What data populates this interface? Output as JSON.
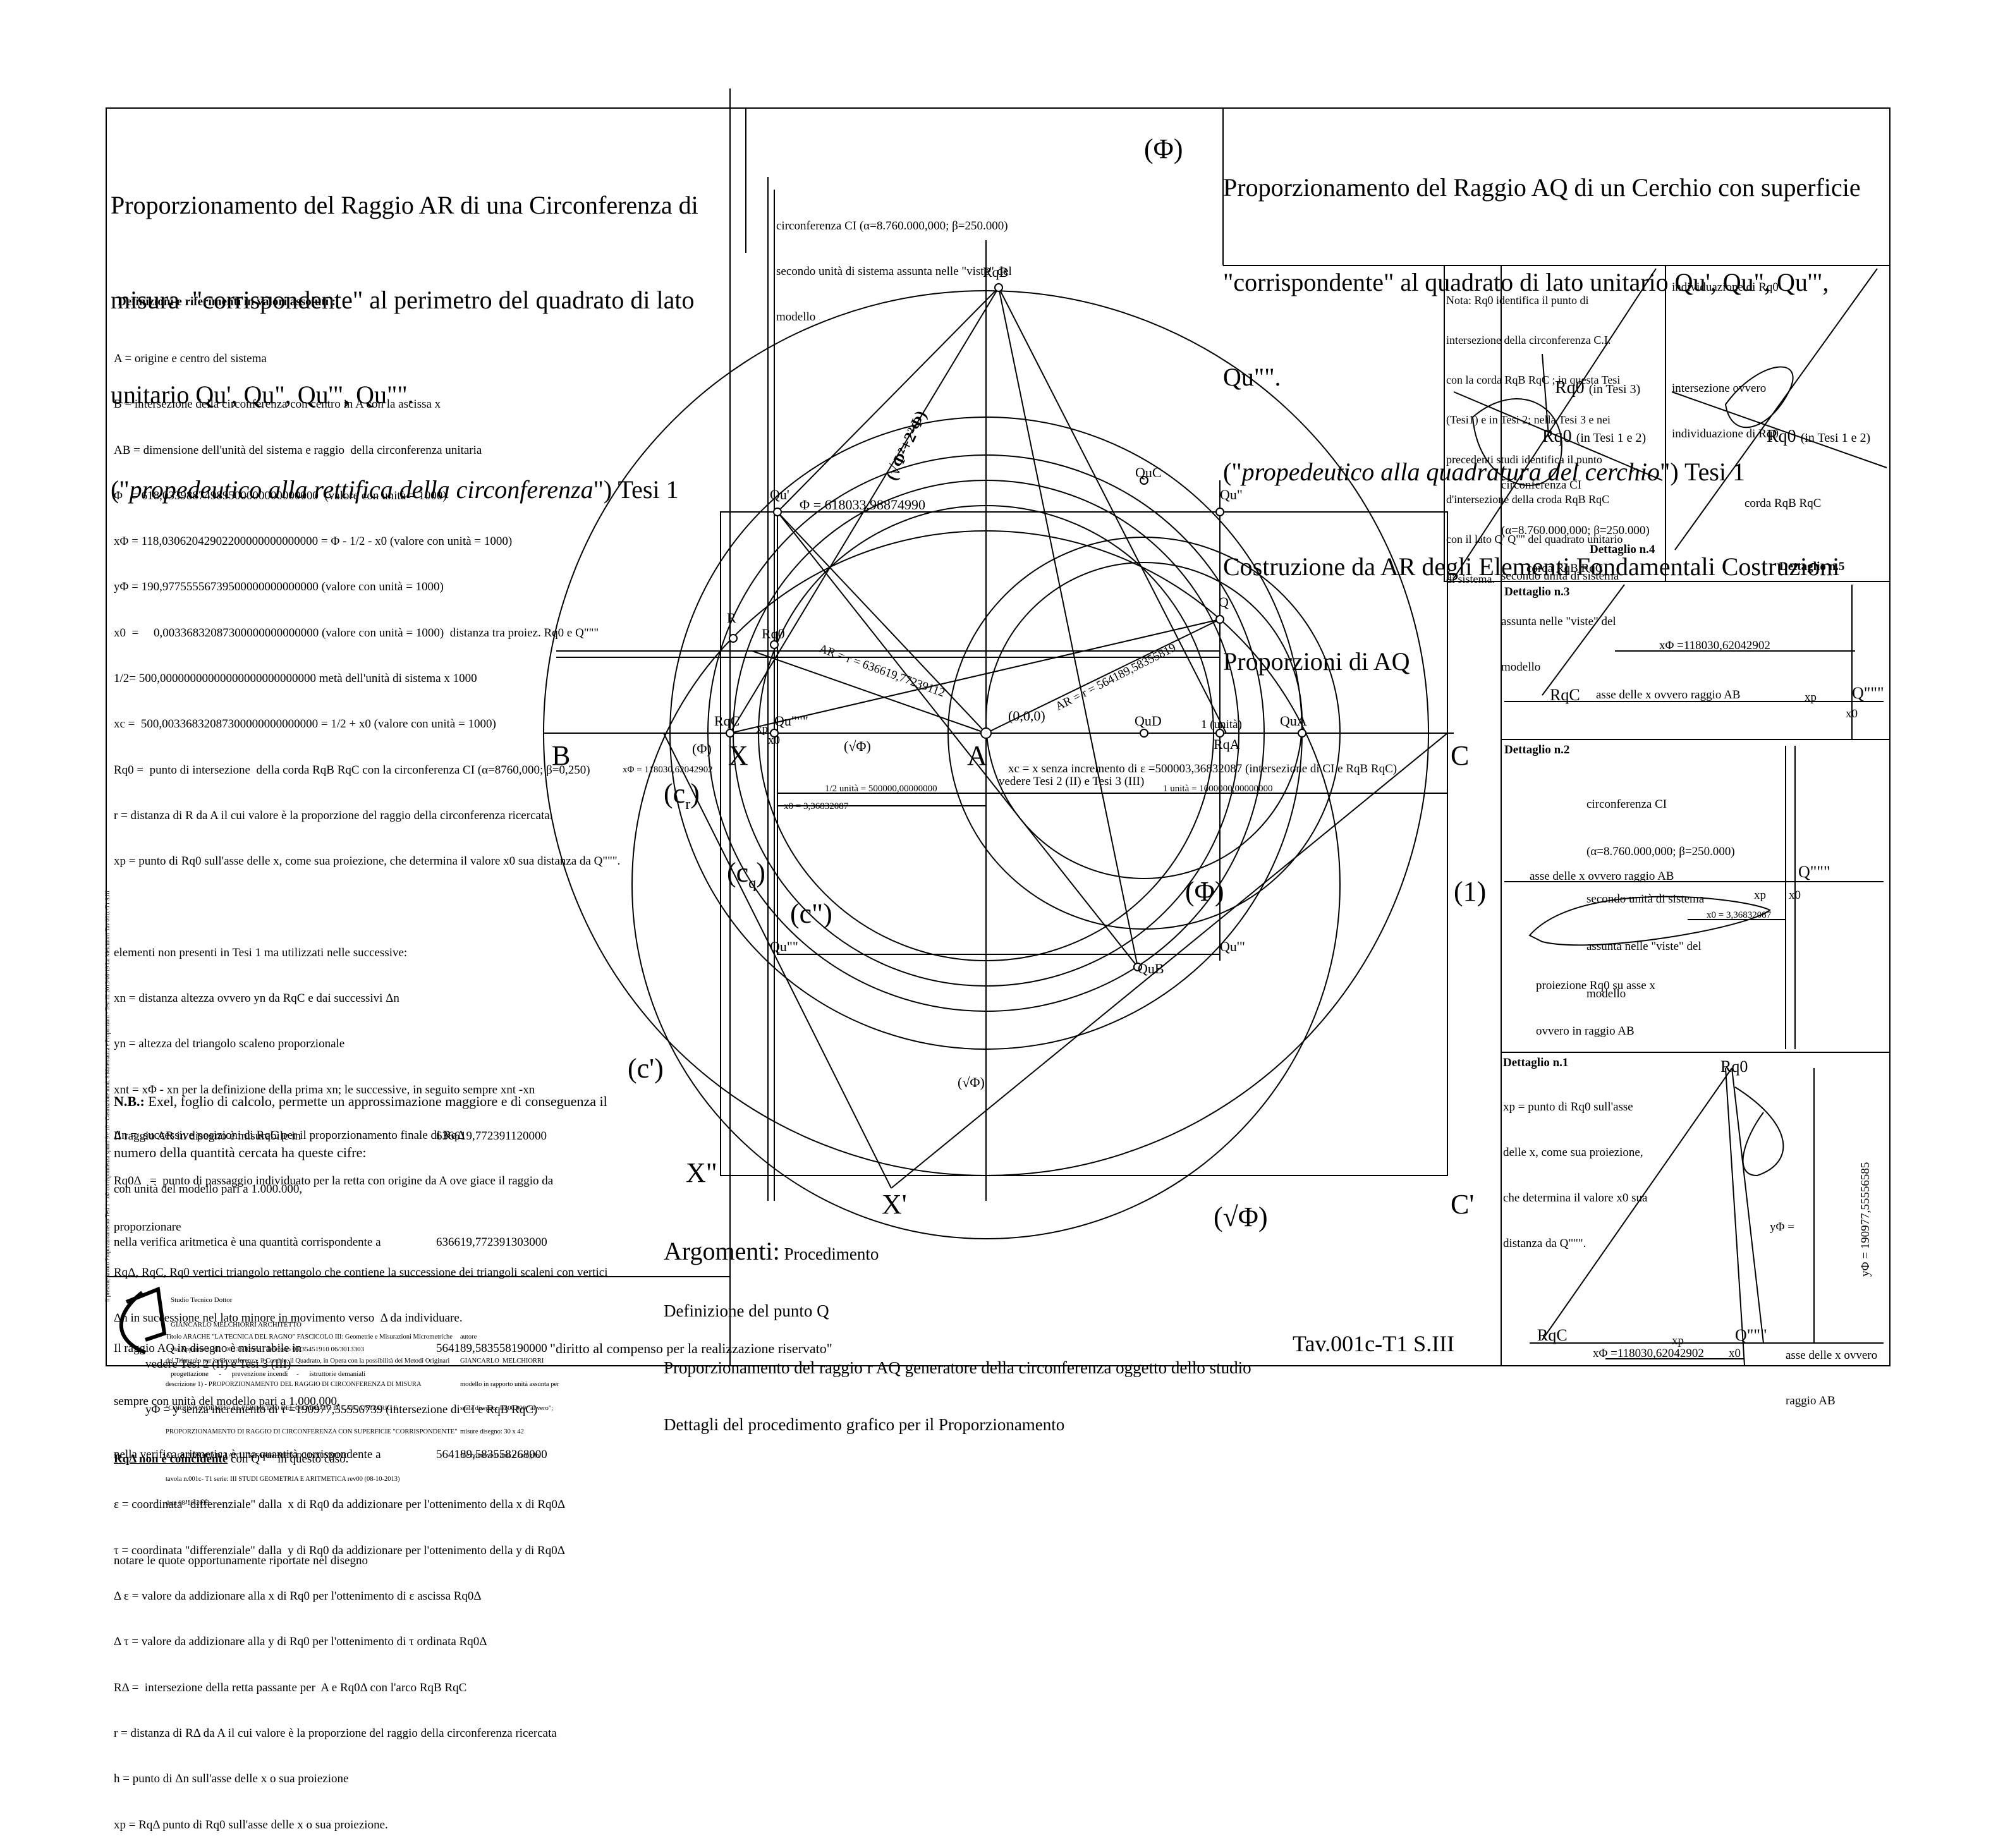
{
  "title_left": {
    "lines": [
      "Proporzionamento del Raggio AR di una Circonferenza di",
      "misura  \"corrispondente\" al perimetro del quadrato di lato",
      "unitario Qu', Qu\", Qu'\", Qu\"\"."
    ],
    "italic_prefix": "(\"",
    "italic": "propedeutico alla rettifica della circonferenza",
    "italic_suffix": "\") Tesi 1"
  },
  "title_right": {
    "lines": [
      "Proporzionamento del Raggio AQ di un Cerchio con superficie",
      "\"corrispondente\" al quadrato di lato unitario Qu', Qu\", Qu'\",",
      "Qu\"\"."
    ],
    "italic_prefix": "(\"",
    "italic": "propedeutico alla quadratura del cerchio",
    "italic_suffix": "\") Tesi 1",
    "lines_after": [
      "Costruzione da AR degli Elementi Fondamentali Costruzioni",
      "Proporzioni di AQ"
    ]
  },
  "ci_note": [
    "circonferenza CI (α=8.760.000,000; β=250.000)",
    "secondo unità di sistema assunta nelle \"viste\" del",
    "modello"
  ],
  "definitions": {
    "heading": "Definizioni e riferimenti in valori assoluti :",
    "lines": [
      "A = origine e centro del sistema",
      "B = intersezione della circonferenza con centro in A con la ascissa x",
      "AB = dimensione dell'unità del sistema e raggio  della circonferenza unitaria",
      "Φ   = 618,03398874989500000000000000  (valore con unità = 1000)",
      "xΦ = 118,03062042902200000000000000 = Φ - 1/2 - x0 (valore con unità = 1000)",
      "yΦ = 190,97755556739500000000000000 (valore con unità = 1000)",
      "x0  =     0,00336832087300000000000000 (valore con unità = 1000)  distanza tra proiez. Rq0 e Q\"\"\"",
      "1/2= 500,00000000000000000000000000 metà dell'unità di sistema x 1000",
      "xc =  500,00336832087300000000000000 = 1/2 + x0 (valore con unità = 1000)",
      "Rq0 =  punto di intersezione  della corda RqB RqC con la circonferenza CI (α=8760,000; β=0,250)",
      "r = distanza di R da A il cui valore è la proporzione del raggio della circonferenza ricercata.",
      "xp = punto di Rq0 sull'asse delle x, come sua proiezione, che determina il valore x0 sua distanza da Q\"\"\".",
      "",
      "elementi non presenti in Tesi 1 ma utilizzati nelle successive:",
      "xn = distanza altezza ovvero yn da RqC e dai successivi Δn",
      "yn = altezza del triangolo scaleno proporzionale",
      "xnt = xΦ - xn per la definizione della prima xn; le successive, in seguito sempre xnt -xn",
      "Δn =  successive posizioni di RqC per il proporzionamento finale di RqΔ",
      "Rq0Δ   =  punto di passaggio individuato per la retta con origine da A ove giace il raggio da",
      "proporzionare",
      "RqΔ, RqC, Rq0 vertici triangolo rettangolo che contiene la successione dei triangoli scaleni con vertici",
      "Δn in successione nel lato minore in movimento verso  Δ da individuare."
    ],
    "vedere1": "vedere Tesi 2 (II) e Tesi 3 (III)",
    "yphi_line": "yΦ = y senza incremento di τ =190977,55556739 (intersezione di CI e RqB RqC)",
    "non_coinc_bold": "RqΔ non è coincidente",
    "non_coinc_rest": " con Q\"\"\" in questo caso.",
    "lines2": [
      "ε = coordinata \"differenziale\" dalla  x di Rq0 da addizionare per l'ottenimento della x di Rq0Δ",
      "τ = coordinata \"differenziale\" dalla  y di Rq0 da addizionare per l'ottenimento della y di Rq0Δ",
      "Δ ε = valore da addizionare alla x di Rq0 per l'ottenimento di ε ascissa Rq0Δ",
      "Δ τ = valore da addizionare alla y di Rq0 per l'ottenimento di τ ordinata Rq0Δ",
      "RΔ =  intersezione della retta passante per  A e Rq0Δ con l'arco RqB RqC",
      "r = distanza di RΔ da A il cui valore è la proporzione del raggio della circonferenza ricercata",
      "h = punto di Δn sull'asse delle x o sua proiezione",
      "xp = RqΔ punto di Rq0 sull'asse delle x o sua proiezione."
    ]
  },
  "nb": {
    "head": "N.B.:",
    "lines": [
      "Exel, foglio di calcolo, permette un approssimazione maggiore e di conseguenza il",
      "numero della quantità cercata ha queste cifre:"
    ],
    "rows": [
      {
        "label": "Il raggio AR in disegno è misurabile in",
        "value": "636619,772391120000"
      },
      {
        "label": "con unità del modello pari a 1.000.000,",
        "value": ""
      },
      {
        "label": "nella verifica aritmetica è una quantità corrispondente a",
        "value": "636619,772391303000"
      },
      {
        "label": "",
        "value": ""
      },
      {
        "label": "Il raggio AQ in disegno è misurabile in",
        "value": "564189,583558190000"
      },
      {
        "label": "sempre con unità del modello pari a 1.000.000,",
        "value": ""
      },
      {
        "label": "nella verifica aritmetica è una quantità corrispondente a",
        "value": "564189,583558268000"
      },
      {
        "label": "",
        "value": ""
      },
      {
        "label": "notare le quote opportunamente riportate nel disegno",
        "value": ""
      }
    ]
  },
  "argomenti": {
    "head": "Argomenti:",
    "head_rest": " Procedimento",
    "lines": [
      "Definizione del punto Q",
      "Proporzionamento del raggio r AQ generatore della circonferenza oggetto dello studio",
      "Dettagli del procedimento grafico per il Proporzionamento"
    ]
  },
  "table_id": "Tav.001c-T1 S.III",
  "rights": "\"diritto al compenso per la realizzazione riservato\"",
  "studio": {
    "lines": [
      "Studio Tecnico Dottor",
      "GIANCARLO MELCHIORRI ARCHITETTO",
      "via Appiano n. 40   00136 Roma   Telefono 06/35451910 06/3013303",
      "progettazione      -      prevenzione incendi     -      istruttorie demaniali"
    ],
    "title_block": [
      "Titolo ARACHE \"LA TECNICA DEL RAGNO\" FASCICOLO III: Geometrie e Misurazioni Micrometriche",
      "del Triangolo per la Circonferenza, il Cerchio, il Quadrato, in Opera con la possibilità dei Metodi Originari",
      "descrizione 1) - PROPORZIONAMENTO DEL RAGGIO DI CIRCONFERENZA DI MISURA",
      "\"CORRISPONDENTE\" AL PERIMETRO DEL QUADRATO DI LATO UNITARIO E",
      "PROPORZIONAMENTO DI RAGGIO DI CIRCONFERENZA CON SUPERFICIE \"CORRISPONDENTE\"",
      "AL  QUADRATO DI LATO UNITARIO -METODO INNOVATIVO",
      "tavola n.001c- T1 serie: III STUDI GEOMETRIA E ARITMETICA rev00 (08-10-2013)",
      "data 08-10-2013"
    ],
    "author_block": [
      "autore",
      "GIANCARLO  MELCHIORRI",
      "modello in rapporto unità assunta per",
      "scala disegno: 1/500.000 \"al vero\";",
      "misure disegno: 30 x 42",
      "file nome vedi data e cartiglio"
    ]
  },
  "vertical_note": "Il presente lavoro Proporzionamento Tesi 1 - xΦ corrispondenza spunti 9 e 10 - Costruzione mod. 8 Matematica e Proporzioni - Tesi III 2013-06-19 Lu Melchiorri Tav 001c-T1 S.III",
  "drawing": {
    "labels": {
      "phi_top": "(Φ)",
      "RqB": "RqB",
      "sqrt_label": "(√Φ²+2²Φ)",
      "QuC": "QuC",
      "Qu1": "Qu'",
      "Qu2": "Qu\"",
      "phi_value": "Φ = 618033,98874990",
      "Q": "Q",
      "R": "R",
      "Rq0": "Rq0",
      "RqC": "RqC",
      "AR": "AR = r = 636619,77239112",
      "AQ": "AR = r = 564189,58355819",
      "origin": "(0,0,0)",
      "xp": "xp",
      "x0": "x0",
      "Qu4": "Qu\"\"\"",
      "phi_left": "(Φ)",
      "sqrtphi_paren": "(√Φ)",
      "QuD": "QuD",
      "QuA": "QuA",
      "unita": "1 (unità)",
      "RqA": "RqA",
      "B": "B",
      "X": "X",
      "A": "A",
      "C": "C",
      "xphi_dim": "xΦ = 118030,62042902",
      "half_unit": "1/2 unità = 500000,00000000",
      "unit": "1 unità = 1000000,00000000",
      "x0_dim": "x0 = 3,36832087",
      "xc_line": "xc = x senza incremento di ε =500003,36832087 (intersezione di CI e RqB RqC)",
      "vedere2": "vedere Tesi 2 (II) e Tesi 3 (III)",
      "cr": "(c",
      "cr_sub": "r",
      "cq": "(c",
      "cq_sub": "q",
      "c2": "(c\")",
      "phi_mid": "(Φ)",
      "one": "(1)",
      "Qu3_left": "Qu\"\"",
      "Qu3": "Qu'\"",
      "QuB": "QuB",
      "c1": "(c')",
      "sqrtphi_low": "(√Φ)",
      "X2": "X\"",
      "X1": "X'",
      "sqrtphi_big": "(√Φ)",
      "C1": "C'"
    }
  },
  "details": {
    "d4": {
      "note": [
        "Nota: Rq0 identifica il punto di",
        "intersezione della circonferenza C.I.",
        "con la corda RqB RqC ; in questa Tesi",
        "(Tesi1) e in Tesi 2; nella Tesi 3 e nei",
        "precedenti studi identifica il punto",
        "d'intersezione della croda RqB RqC",
        "con il lato Q' Q\"\" del quadrato unitario",
        "di sistema."
      ],
      "rq0_t3": "Rq0",
      "rq0_t3_note": "(in Tesi 3)",
      "rq0_t12": "Rq0",
      "rq0_t12_note": "(in Tesi 1 e 2)",
      "ci": [
        "circonferenza CI",
        "(α=8.760.000,000; β=250.000)",
        "secondo unità di sistema",
        "assunta nelle \"viste\" del",
        "modello"
      ],
      "corda": "corda RqB RqC",
      "title": "Dettaglio n.4"
    },
    "d5": {
      "ind": "individuazione di Rq0",
      "inter": [
        "intersezione ovvero",
        "individuazione di Rq0"
      ],
      "rq0": "Rq0",
      "rq0_note": "(in Tesi 1 e 2)",
      "corda": "corda RqB RqC",
      "title": "Dettaglio n.5"
    },
    "d3": {
      "title": "Dettaglio n.3",
      "xphi": "xΦ =118030,62042902",
      "rqc": "RqC",
      "asse": "asse delle x ovvero raggio AB",
      "xp": "xp",
      "q": "Q\"\"\"",
      "x0": "x0"
    },
    "d2": {
      "title": "Dettaglio n.2",
      "ci": [
        "circonferenza CI",
        "(α=8.760.000,000; β=250.000)",
        "secondo unità di sistema",
        "assunta nelle \"viste\" del",
        "modello"
      ],
      "asse": "asse delle x ovvero raggio AB",
      "q": "Q\"\"\"",
      "xp": "xp",
      "x0": "x0",
      "x0_dim": "x0 = 3,36832087",
      "proj": [
        "proiezione Rq0 su asse x",
        "ovvero in raggio AB"
      ]
    },
    "d1": {
      "title": "Dettaglio n.1",
      "note": [
        "xp = punto di Rq0 sull'asse",
        "delle x, come sua proiezione,",
        "che determina il valore x0 sua",
        "distanza da Q\"\"\"."
      ],
      "rq0": "Rq0",
      "yphi_vert": "yΦ = 190977,55556585",
      "yphi": "yΦ =",
      "asse": [
        "asse delle x ovvero",
        "raggio AB"
      ],
      "rqc": "RqC",
      "xp": "xp",
      "q": "Q\"\"\"",
      "x0": "x0",
      "xphi": "xΦ =118030,62042902"
    }
  }
}
